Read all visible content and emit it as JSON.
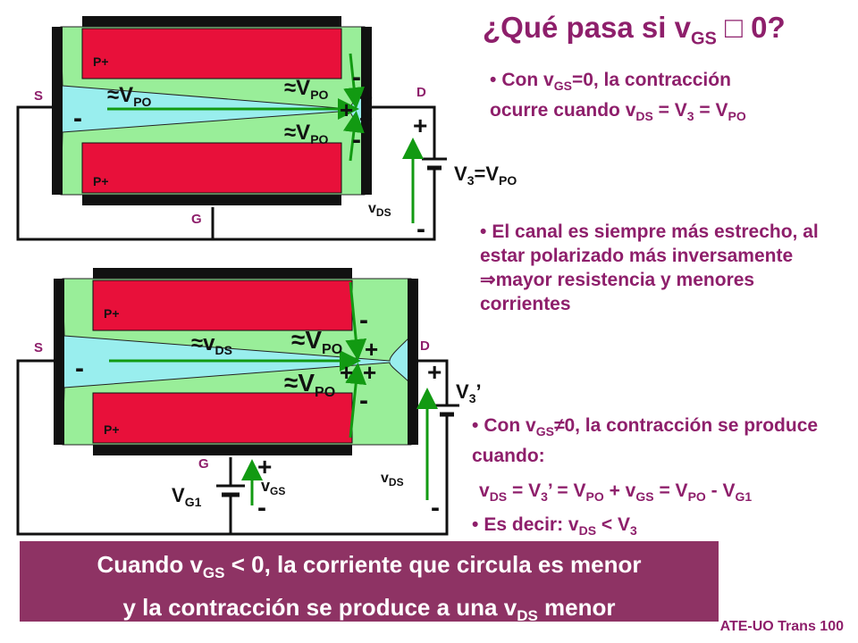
{
  "slide": {
    "title": {
      "pre": "¿Qué pasa si v",
      "sub": "GS",
      "post": " □ 0?"
    },
    "footer": "ATE-UO Trans 100",
    "banner": {
      "line1_pre": "Cuando v",
      "line1_sub": "GS",
      "line1_post": " < 0, la corriente que circula es menor",
      "line2_pre": "y la contracción se produce a una v",
      "line2_sub": "DS",
      "line2_post": " menor"
    }
  },
  "notes": {
    "n1_a": "Con v",
    "n1_b": "GS",
    "n1_c": "=0, la contracción",
    "n1_d": "ocurre cuando v",
    "n1_e": "DS",
    "n1_f": " = V",
    "n1_g": "3",
    "n1_h": " = V",
    "n1_i": "PO",
    "n2": "El canal es siempre más estrecho, al estar polarizado más inversamente",
    "n2_arrow": "⇒",
    "n2_b": "mayor resistencia y menores corrientes",
    "n3_a": "Con v",
    "n3_b": "GS",
    "n3_c": "≠0, la contracción se produce cuando:",
    "eq_a": "v",
    "eq_b": "DS",
    "eq_c": " = V",
    "eq_d": "3",
    "eq_e": "’ = V",
    "eq_f": "PO",
    "eq_g": " + v",
    "eq_h": "GS",
    "eq_i": " = V",
    "eq_j": "PO",
    "eq_k": " - V",
    "eq_l": "G1",
    "n4_a": "Es decir:  v",
    "n4_b": "DS",
    "n4_c": "  < V",
    "n4_d": "3"
  },
  "diagram_top": {
    "p_upper": "P+",
    "p_lower": "P+",
    "s": "S",
    "d": "D",
    "g": "G",
    "vpo_left": "≈V",
    "vpo_left_sub": "PO",
    "vpo_top": "≈V",
    "vpo_top_sub": "PO",
    "vpo_bottom": "≈V",
    "vpo_bottom_sub": "PO",
    "minus_left": "-",
    "minus_upper": "-",
    "minus_lower": "-",
    "plus_1": "+",
    "plus_2": "+",
    "plus_3": "+",
    "batt_plus": "+",
    "batt_minus": "-",
    "v3": "V",
    "v3_sub": "3",
    "v3_eq": "=V",
    "v3_eq_sub": "PO",
    "vds": "v",
    "vds_sub": "DS"
  },
  "diagram_bottom": {
    "p_upper": "P+",
    "p_lower": "P+",
    "s": "S",
    "d": "D",
    "g": "G",
    "vds_label": "≈v",
    "vds_label_sub": "DS",
    "vpo_top": "≈V",
    "vpo_top_sub": "PO",
    "vpo_bottom": "≈V",
    "vpo_bottom_sub": "PO",
    "minus_left": "-",
    "minus_upper": "-",
    "minus_lower": "-",
    "plus_1": "+",
    "plus_2": "+",
    "plus_3": "+",
    "batt_plus": "+",
    "batt_minus": "-",
    "v3p": "V",
    "v3p_sub": "3",
    "v3p_tick": "’",
    "vds": "v",
    "vds_sub": "DS",
    "vg1": "V",
    "vg1_sub": "G1",
    "vgs_plus": "+",
    "vgs_minus": "-",
    "vgs": "v",
    "vgs_sub": "GS"
  },
  "colors": {
    "title": "#8e1f6b",
    "banner": "#8e3364",
    "p_region": "#e8103a",
    "channel": "#99ee99",
    "depletion": "#99ee99",
    "cyan": "#99eeee",
    "arrow": "#129a12"
  }
}
